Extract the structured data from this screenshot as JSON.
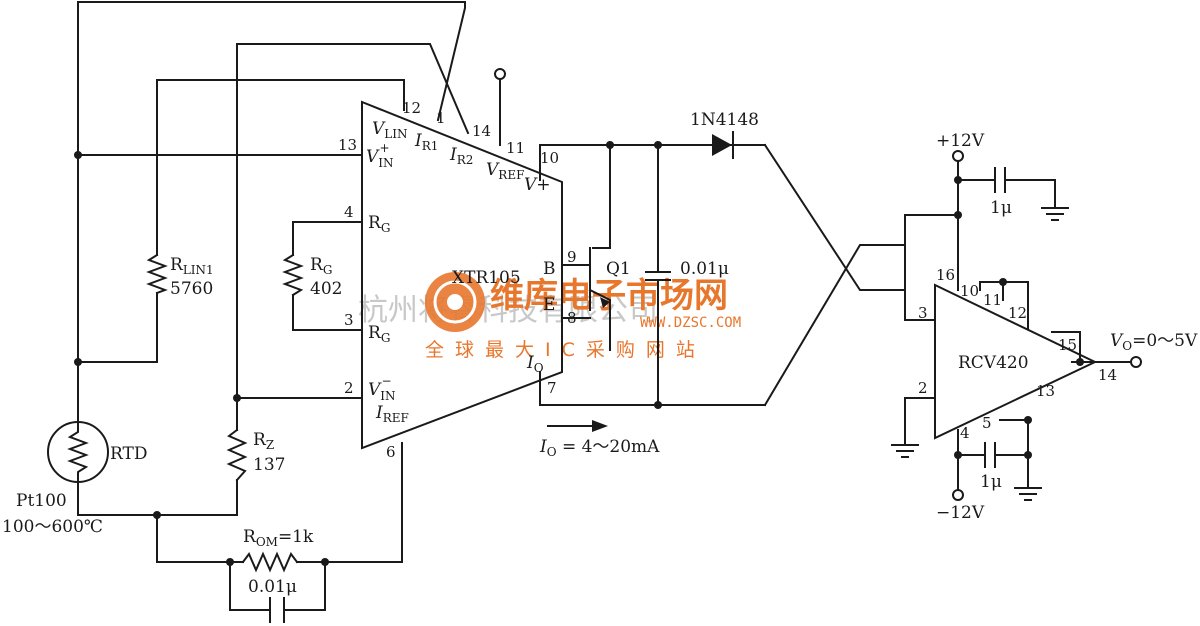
{
  "chips": {
    "xtr": {
      "name": "XTR105",
      "pins": [
        "12",
        "1",
        "14",
        "11",
        "10",
        "13",
        "4",
        "3",
        "2",
        "6",
        "9",
        "8",
        "7"
      ],
      "vlin": "V",
      "vlin_sub": "LIN",
      "ir1": "I",
      "ir1_sub": "R1",
      "ir2": "I",
      "ir2_sub": "R2",
      "vref": "V",
      "vref_sub": "REF",
      "vplus": "V+",
      "vinp": "V",
      "vinp_sub": "IN",
      "vinp_sup": "+",
      "rg_top": "R",
      "rg_top_sub": "G",
      "rg_bot": "R",
      "rg_bot_sub": "G",
      "b": "B",
      "e": "E",
      "io": "I",
      "io_sub": "O",
      "vinm": "V",
      "vinm_sub": "IN",
      "vinm_sup": "−",
      "iref": "I",
      "iref_sub": "REF"
    },
    "rcv": {
      "name": "RCV420",
      "pins": [
        "16",
        "10",
        "11",
        "12",
        "15",
        "3",
        "2",
        "14",
        "13",
        "5",
        "4"
      ]
    }
  },
  "components": {
    "rlin_name": "R",
    "rlin_sub": "LIN1",
    "rlin_value": "5760",
    "rg_name": "R",
    "rg_sub": "G",
    "rg_value": "402",
    "rz_name": "R",
    "rz_sub": "Z",
    "rz_value": "137",
    "rtd_label": "RTD",
    "rtd_type": "Pt100",
    "rtd_range": "100～600℃",
    "rom_name": "R",
    "rom_sub": "OM",
    "rom_value": "=1k",
    "cap_bottom": "0.01μ",
    "cap_mid": "0.01μ",
    "cap_top": "1μ",
    "cap_low": "1μ",
    "diode": "1N4148",
    "q1": "Q1"
  },
  "supply": {
    "pos": "+12V",
    "neg": "−12V"
  },
  "outputs": {
    "io_eq_sym": "I",
    "io_eq_sub": "O",
    "io_eq_val": " = 4～20mA",
    "vo_sym": "V",
    "vo_sub": "O",
    "vo_val": "=0～5V"
  },
  "watermark": {
    "company": "杭州将睿科技有限公司",
    "brand": "维库电子市场网",
    "url": "WWW.DZSC.COM",
    "slogan": "全球最大IC采购网站"
  },
  "colors": {
    "ink": "#1a1a1a",
    "watermark": "#e8772e",
    "watermark_gray": "#c8c8c8"
  }
}
